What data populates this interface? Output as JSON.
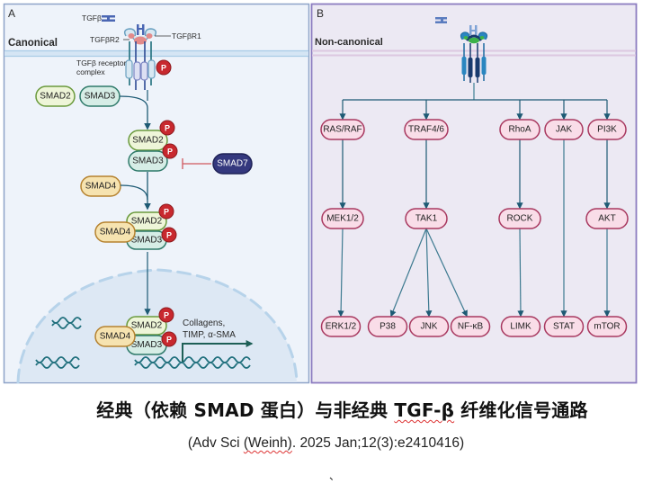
{
  "panel_a": {
    "letter": "A",
    "title": "Canonical",
    "ligand_label": "TGFβ",
    "receptor2_label": "TGFβR2",
    "receptor1_label": "TGFβR1",
    "complex_label_line1": "TGFβ receptor",
    "complex_label_line2": "complex",
    "phospho_label": "P",
    "nodes": {
      "smad2_free": "SMAD2",
      "smad3_free": "SMAD3",
      "smad2_p": "SMAD2",
      "smad3_p": "SMAD3",
      "smad7": "SMAD7",
      "smad4_free": "SMAD4",
      "smad2_complex": "SMAD2",
      "smad4_complex": "SMAD4",
      "smad3_complex": "SMAD3",
      "smad2_nuclear": "SMAD2",
      "smad4_nuclear": "SMAD4",
      "smad3_nuclear": "SMAD3"
    },
    "target_genes_line1": "Collagens,",
    "target_genes_line2": "TIMP, α-SMA"
  },
  "panel_b": {
    "letter": "B",
    "title": "Non-canonical",
    "level1": [
      "RAS/RAF",
      "TRAF4/6",
      "RhoA",
      "JAK",
      "PI3K"
    ],
    "level2": [
      "MEK1/2",
      "TAK1",
      "ROCK",
      "AKT"
    ],
    "level3": [
      "ERK1/2",
      "P38",
      "JNK",
      "NF-κB",
      "LIMK",
      "STAT",
      "mTOR"
    ]
  },
  "caption": {
    "title_part1": "经典（依赖 SMAD 蛋白）与非经典 ",
    "title_flagged": "TGF-β",
    "title_part2": " 纤维化信号通路",
    "cite_part1": "(Adv Sci ",
    "cite_flagged": "(Weinh)",
    "cite_part2": ". 2025 Jan;12(3):e2410416)",
    "stray_mark": "、"
  },
  "colors": {
    "panel_a_bg": "#eef3fa",
    "panel_a_border": "#8ea3c8",
    "panel_b_bg": "#ece9f3",
    "panel_b_border": "#8c7cc0",
    "arrow": "#1d5a74",
    "phospho": "#c8282e",
    "smad2_fill": "#eef5d8",
    "smad2_stroke": "#6a9a3c",
    "smad3_fill": "#d6ede6",
    "smad3_stroke": "#2f7a6a",
    "smad4_fill": "#f6e3b0",
    "smad4_stroke": "#b5822f",
    "smad7_fill": "#34387e",
    "noncanon_fill": "#f9dde8",
    "noncanon_stroke": "#a8385f",
    "dna": "#1f6f7c"
  }
}
